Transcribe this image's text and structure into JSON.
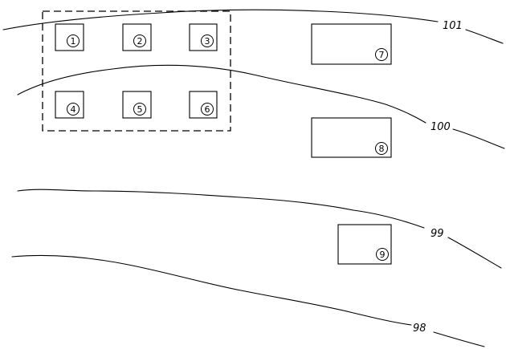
{
  "contours": [
    {
      "id": "contour-101",
      "label": "101"
    },
    {
      "id": "contour-100",
      "label": "100"
    },
    {
      "id": "contour-99",
      "label": "99"
    },
    {
      "id": "contour-98",
      "label": "98"
    }
  ],
  "buildings": [
    {
      "id": "building-1",
      "number": "1"
    },
    {
      "id": "building-2",
      "number": "2"
    },
    {
      "id": "building-3",
      "number": "3"
    },
    {
      "id": "building-4",
      "number": "4"
    },
    {
      "id": "building-5",
      "number": "5"
    },
    {
      "id": "building-6",
      "number": "6"
    },
    {
      "id": "building-7",
      "number": "7"
    },
    {
      "id": "building-8",
      "number": "8"
    },
    {
      "id": "building-9",
      "number": "9"
    }
  ],
  "colors": {
    "line": "#000000",
    "background": "#ffffff"
  }
}
